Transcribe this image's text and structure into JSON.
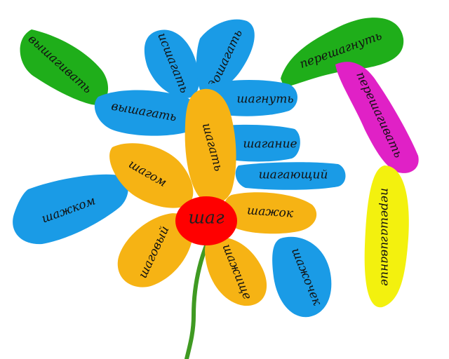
{
  "colors": {
    "green": "#1fae1a",
    "blue": "#1a9be6",
    "orange": "#f6b314",
    "magenta": "#e021c6",
    "yellow": "#f3f10e",
    "red": "#ff0000",
    "stem": "#3f9a22"
  },
  "core": {
    "label": "шаг"
  },
  "words": {
    "vyshagivat": "вышагивать",
    "vyshagat": "вышагать",
    "ishagat": "исшагать",
    "doshagat": "дошагать",
    "shagnut": "шагнуть",
    "shaganie": "шагание",
    "shagayushchiy": "шагающий",
    "shazhkom": "шажком",
    "shazhochek": "шажочек",
    "shagat": "шагать",
    "shagom": "шагом",
    "shazhok": "шажок",
    "shagovy": "шаговый",
    "shazhishche": "шажище",
    "pereshagnut": "перешагнуть",
    "pereshagivat": "перешагивать",
    "pereshagivanie": "перешагивание"
  }
}
